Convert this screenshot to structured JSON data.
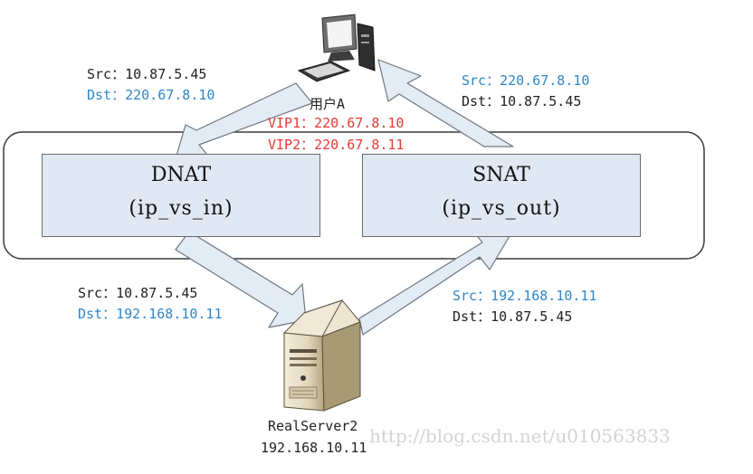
{
  "user": {
    "label": "用户A"
  },
  "vips": {
    "vip1": "VIP1：220.67.8.10",
    "vip2": "VIP2：220.67.8.11"
  },
  "dnat": {
    "title": "DNAT",
    "subtitle": "(ip_vs_in)"
  },
  "snat": {
    "title": "SNAT",
    "subtitle": "(ip_vs_out)"
  },
  "client_to_dnat": {
    "src": "Src：10.87.5.45",
    "dst": "Dst：220.67.8.10"
  },
  "snat_to_client": {
    "src": "Src：220.67.8.10",
    "dst": "Dst：10.87.5.45"
  },
  "dnat_to_server": {
    "src": "Src：10.87.5.45",
    "dst": "Dst：192.168.10.11"
  },
  "server_to_snat": {
    "src": "Src：192.168.10.11",
    "dst": "Dst：10.87.5.45"
  },
  "server": {
    "name": "RealServer2",
    "ip": "192.168.10.11"
  },
  "watermark": "http://blog.csdn.net/u010563833",
  "colors": {
    "blue": "#2e86c8",
    "red": "#e53935",
    "box_fill": "#dfe8f3",
    "arrow_fill": "#e3ebf4"
  },
  "icons": {
    "client": "desktop-computer-icon",
    "server": "server-tower-icon"
  }
}
